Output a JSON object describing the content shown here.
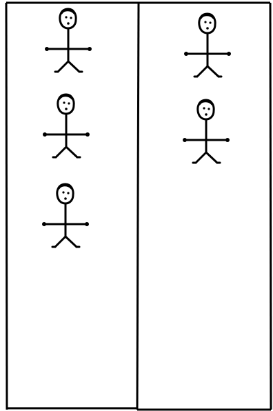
{
  "diagram": {
    "columns": [
      {
        "id": "left",
        "figure_count": 3
      },
      {
        "id": "right",
        "figure_count": 2
      }
    ],
    "figure_icon": "stick-figure-icon",
    "stroke_color": "#000000",
    "background_color": "#ffffff"
  }
}
